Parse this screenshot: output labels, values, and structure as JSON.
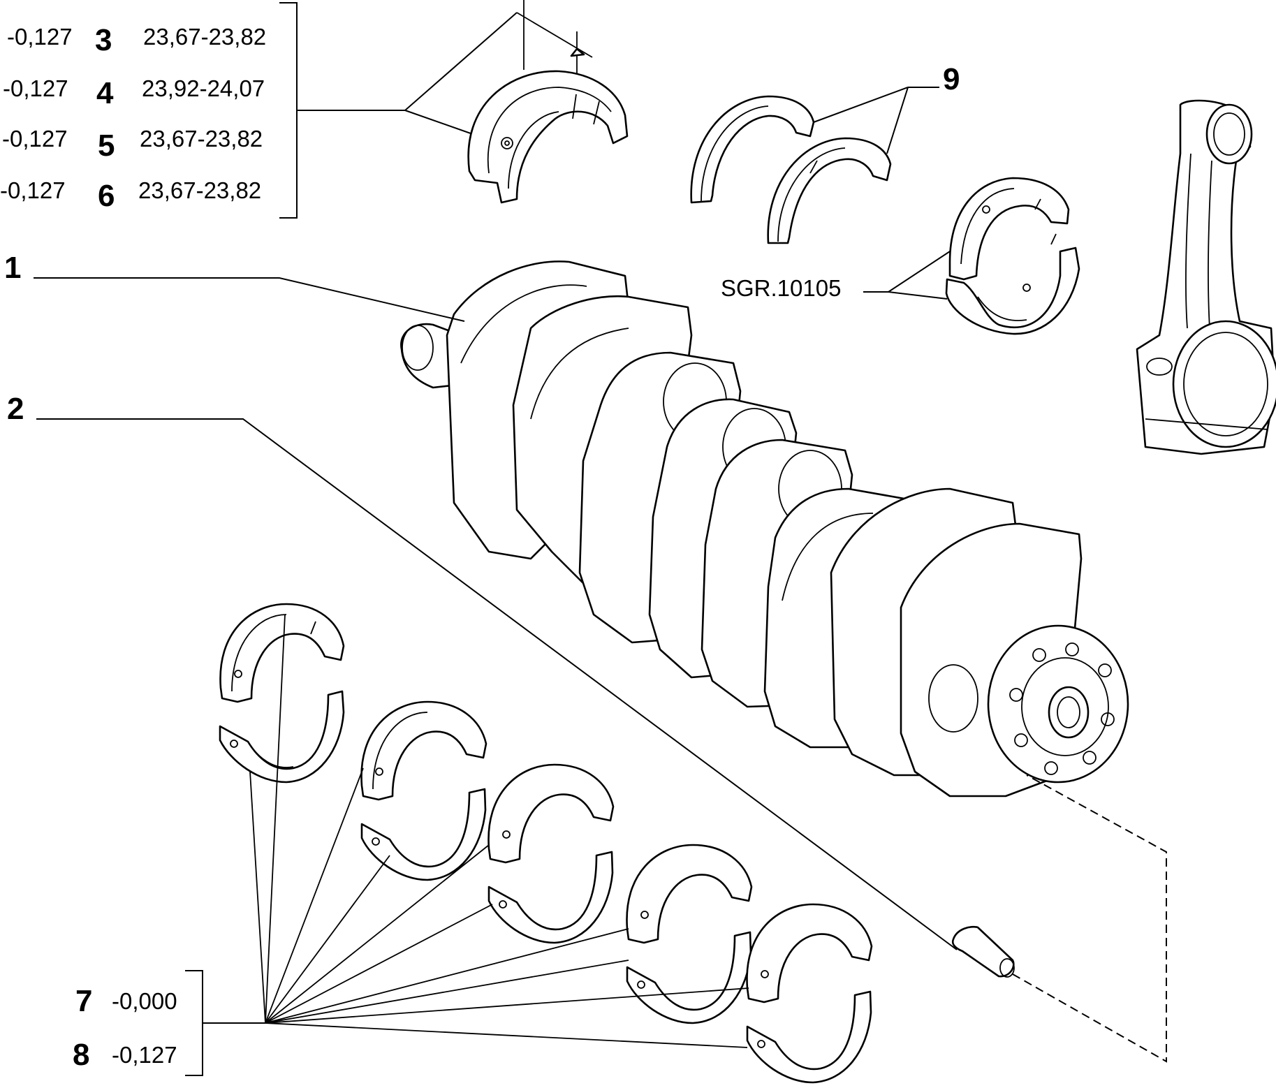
{
  "callouts": {
    "p1": "1",
    "p2": "2",
    "p3": "3",
    "p4": "4",
    "p5": "5",
    "p6": "6",
    "p7": "7",
    "p8": "8",
    "p9": "9"
  },
  "table_top": [
    {
      "tol": "-0,127",
      "num": "3",
      "range": "23,67-23,82"
    },
    {
      "tol": "-0,127",
      "num": "4",
      "range": "23,92-24,07"
    },
    {
      "tol": "-0,127",
      "num": "5",
      "range": "23,67-23,82"
    },
    {
      "tol": "-0,127",
      "num": "6",
      "range": "23,67-23,82"
    }
  ],
  "table_bottom": [
    {
      "num": "7",
      "tol": "-0,000"
    },
    {
      "num": "8",
      "tol": "-0,127"
    }
  ],
  "reference": "SGR.10105"
}
